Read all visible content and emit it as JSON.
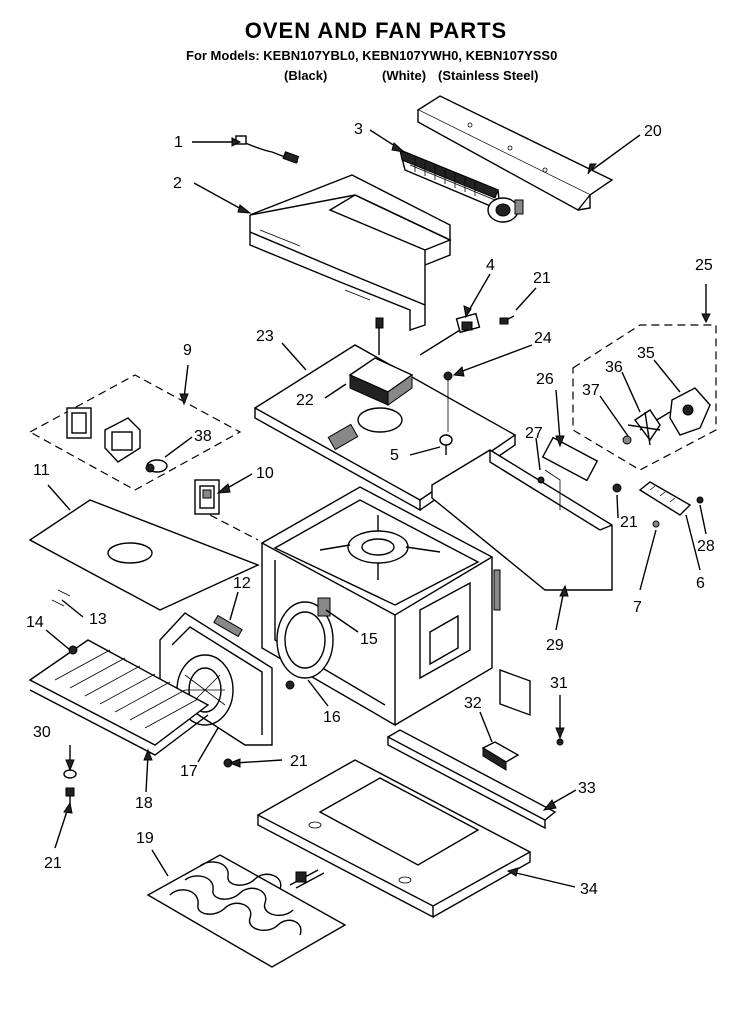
{
  "header": {
    "title": "OVEN AND FAN PARTS",
    "models": "For Models: KEBN107YBL0, KEBN107YWH0, KEBN107YSS0",
    "colors": [
      "(Black)",
      "(White)",
      "(Stainless Steel)"
    ]
  },
  "callouts": [
    {
      "id": "c1",
      "label": "1"
    },
    {
      "id": "c2",
      "label": "2"
    },
    {
      "id": "c3",
      "label": "3"
    },
    {
      "id": "c20",
      "label": "20"
    },
    {
      "id": "c4",
      "label": "4"
    },
    {
      "id": "c21a",
      "label": "21"
    },
    {
      "id": "c25",
      "label": "25"
    },
    {
      "id": "c23",
      "label": "23"
    },
    {
      "id": "c24",
      "label": "24"
    },
    {
      "id": "c9",
      "label": "9"
    },
    {
      "id": "c22",
      "label": "22"
    },
    {
      "id": "c36",
      "label": "36"
    },
    {
      "id": "c35",
      "label": "35"
    },
    {
      "id": "c26",
      "label": "26"
    },
    {
      "id": "c37",
      "label": "37"
    },
    {
      "id": "c38",
      "label": "38"
    },
    {
      "id": "c5",
      "label": "5"
    },
    {
      "id": "c27",
      "label": "27"
    },
    {
      "id": "c11",
      "label": "11"
    },
    {
      "id": "c10",
      "label": "10"
    },
    {
      "id": "c21b",
      "label": "21"
    },
    {
      "id": "c28",
      "label": "28"
    },
    {
      "id": "c6",
      "label": "6"
    },
    {
      "id": "c12",
      "label": "12"
    },
    {
      "id": "c13",
      "label": "13"
    },
    {
      "id": "c7",
      "label": "7"
    },
    {
      "id": "c14",
      "label": "14"
    },
    {
      "id": "c15",
      "label": "15"
    },
    {
      "id": "c29",
      "label": "29"
    },
    {
      "id": "c31",
      "label": "31"
    },
    {
      "id": "c32",
      "label": "32"
    },
    {
      "id": "c16",
      "label": "16"
    },
    {
      "id": "c30",
      "label": "30"
    },
    {
      "id": "c21c",
      "label": "21"
    },
    {
      "id": "c17",
      "label": "17"
    },
    {
      "id": "c18",
      "label": "18"
    },
    {
      "id": "c33",
      "label": "33"
    },
    {
      "id": "c21d",
      "label": "21"
    },
    {
      "id": "c19",
      "label": "19"
    },
    {
      "id": "c34",
      "label": "34"
    }
  ]
}
